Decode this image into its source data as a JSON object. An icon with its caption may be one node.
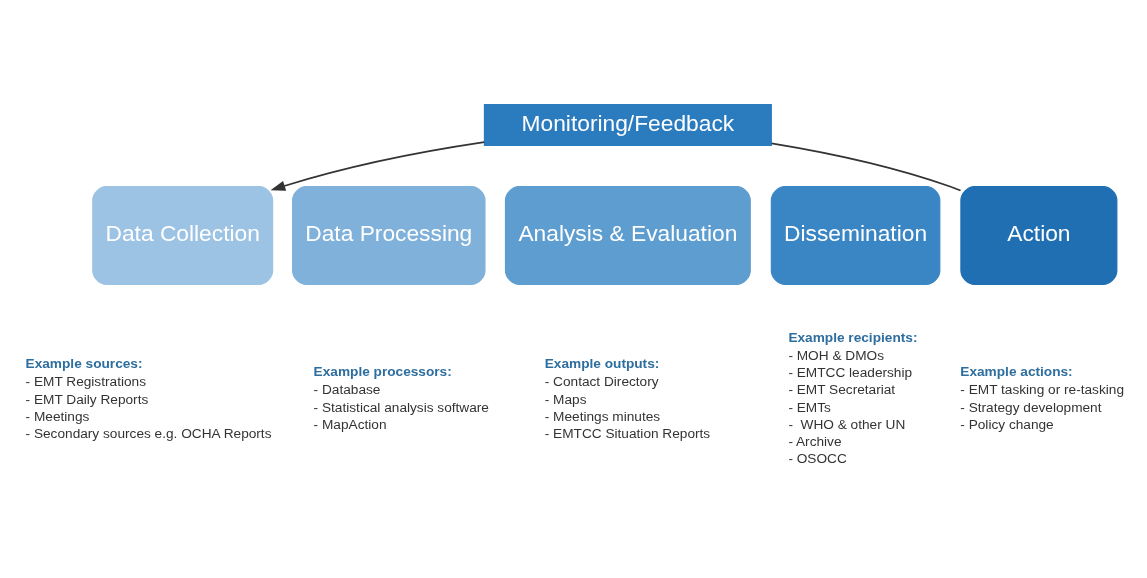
{
  "diagram": {
    "nodes": [
      {
        "text": [
          "Monitoring/Feedback"
        ]
      },
      {
        "text": [
          "Data Collection"
        ],
        "beside": [
          "Example sources:",
          "- EMT Registrations",
          "- EMT Daily Reports",
          "- Meetings",
          "- Secondary sources e.g. OCHA Reports"
        ]
      },
      {
        "text": [
          "Data Processing"
        ],
        "beside": [
          "Example processors:",
          "- Database",
          "- Statistical analysis software",
          "- MapAction"
        ]
      },
      {
        "text": [
          "Analysis & Evaluation"
        ],
        "beside": [
          "Example outputs:",
          "- Contact Directory",
          "- Maps",
          "- Meetings minutes",
          "- EMTCC Situation Reports"
        ]
      },
      {
        "text": [
          "Dissemination"
        ],
        "beside": [
          "Example recipients:",
          "- MOH & DMOs",
          "- EMTCC leadership",
          "- EMT Secretariat",
          "- EMTs",
          "-  WHO & other UN",
          "- Archive",
          "- OSOCC"
        ]
      },
      {
        "text": [
          "Action"
        ],
        "beside": [
          "Example actions:",
          "- EMT tasking or re-tasking",
          "- Strategy development",
          "- Policy change"
        ]
      }
    ],
    "edges": [
      {
        "from": 5,
        "to": 0,
        "arrow": "none"
      },
      {
        "from": 0,
        "to": 1,
        "arrow": "to"
      }
    ]
  }
}
